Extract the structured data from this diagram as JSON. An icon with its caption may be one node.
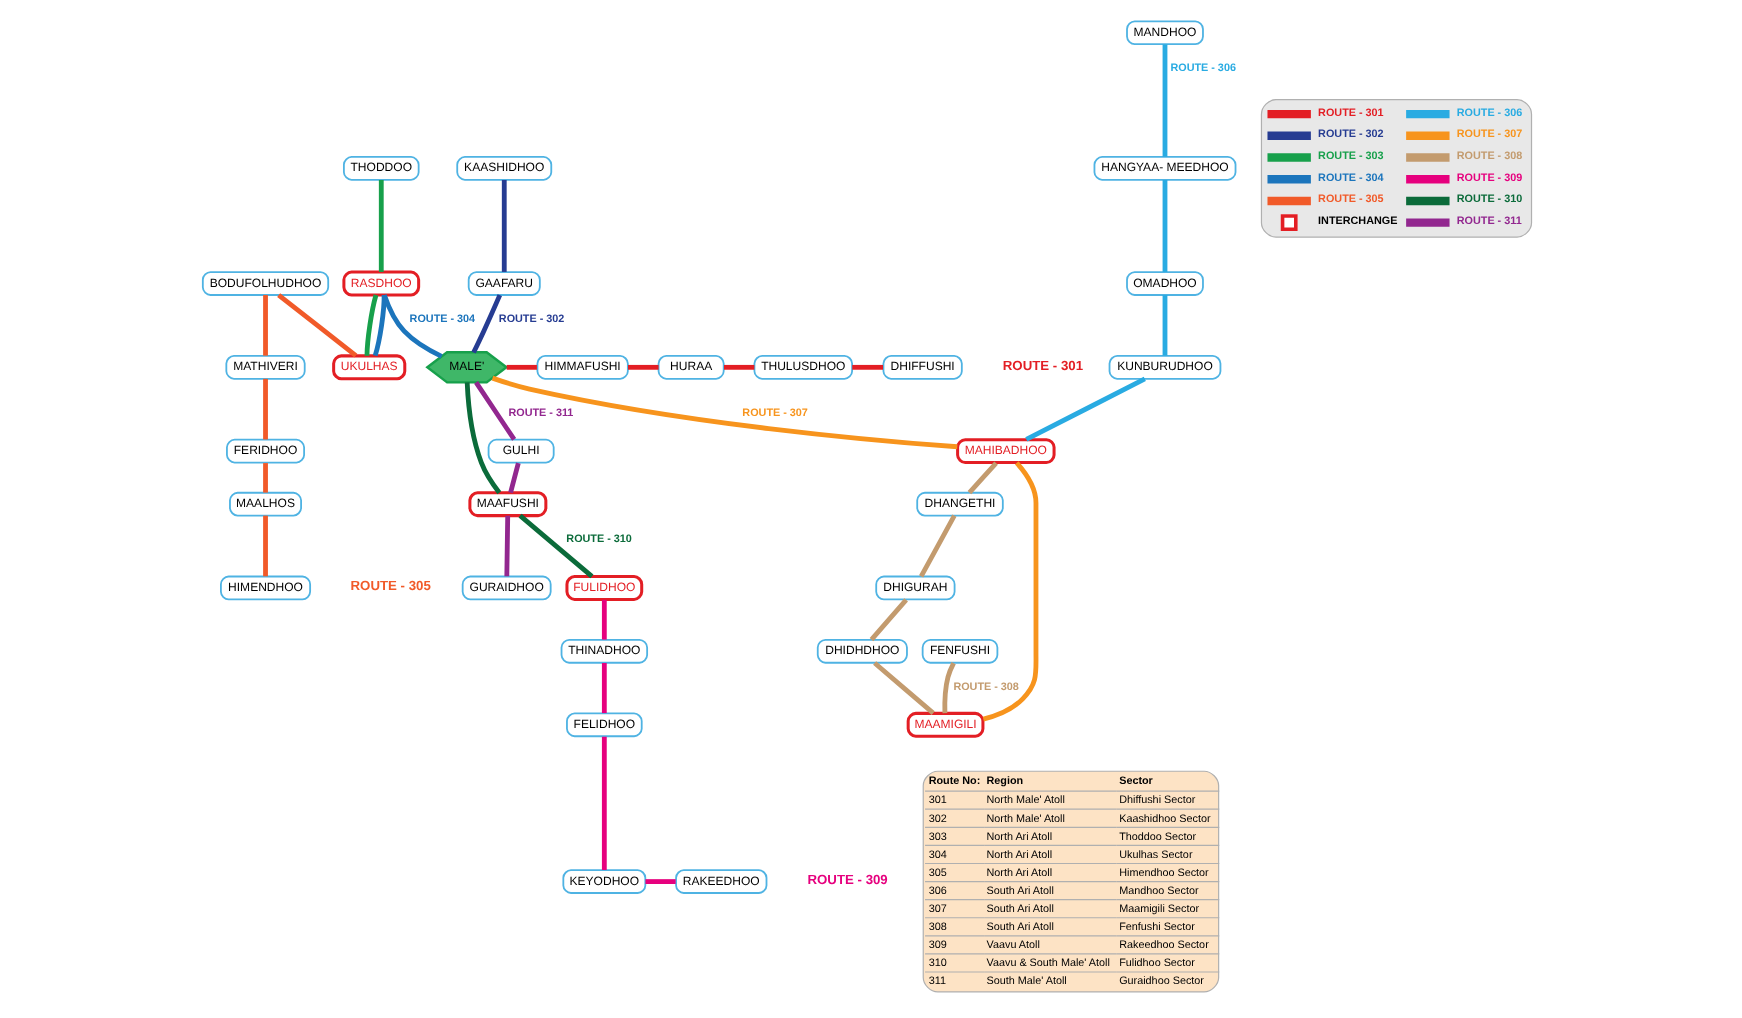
{
  "diagram": {
    "nodes": [
      {
        "text": [
          "BODUFOLHUDHOO"
        ]
      },
      {
        "text": [
          "MATHIVERI"
        ]
      },
      {
        "text": [
          "FERIDHOO"
        ]
      },
      {
        "text": [
          "MAALHOS"
        ]
      },
      {
        "text": [
          "HIMENDHOO"
        ]
      },
      {
        "text": [
          "RASDHOO"
        ]
      },
      {
        "text": [
          "THODDOO"
        ]
      },
      {
        "text": [
          "UKULHAS"
        ]
      },
      {
        "text": [
          "KAASHIDHOO"
        ]
      },
      {
        "text": [
          "GAAFARU"
        ]
      },
      {
        "text": [
          "MALE'"
        ]
      },
      {
        "text": [
          "HIMMAFUSHI"
        ]
      },
      {
        "text": [
          "HURAA"
        ]
      },
      {
        "text": [
          "THULUSDHOO"
        ]
      },
      {
        "text": [
          "DHIFFUSHI"
        ]
      },
      {
        "text": [
          "GULHI"
        ]
      },
      {
        "text": [
          "MAAFUSHI"
        ]
      },
      {
        "text": [
          "GURAIDHOO"
        ]
      },
      {
        "text": [
          "MANDHOO"
        ]
      },
      {
        "text": [
          "HANGYAA- MEEDHOO"
        ]
      },
      {
        "text": [
          "OMADHOO"
        ]
      },
      {
        "text": [
          "KUNBURUDHOO"
        ]
      },
      {
        "text": [
          "FULIDHOO"
        ]
      },
      {
        "text": [
          "DHANGETHI"
        ]
      },
      {
        "text": [
          "DHIGURAH"
        ]
      },
      {
        "text": [
          "DHIDHDHOO"
        ]
      },
      {
        "text": [
          "FENFUSHI"
        ]
      },
      {
        "text": [
          "MAHIBADHOO"
        ]
      },
      {
        "text": [
          "MAAMIGILI"
        ]
      },
      {
        "text": [
          "THINADHOO"
        ]
      },
      {
        "text": [
          "FELIDHOO"
        ]
      },
      {
        "text": [
          "KEYODHOO"
        ]
      },
      {
        "text": [
          "RAKEEDHOO"
        ]
      }
    ],
    "edges": [
      {
        "from": 10,
        "to": 11,
        "arrow": "none",
        "color": "#e31e24"
      },
      {
        "from": 11,
        "to": 12,
        "arrow": "none",
        "color": "#e31e24"
      },
      {
        "from": 12,
        "to": 13,
        "arrow": "none",
        "color": "#e31e24"
      },
      {
        "from": 13,
        "to": 14,
        "arrow": "none",
        "color": "#e31e24"
      },
      {
        "from": 8,
        "to": 9,
        "arrow": "none",
        "color": "#263c92"
      },
      {
        "from": 9,
        "to": 10,
        "label": "ROUTE - 302",
        "arrow": "none",
        "color": "#263c92"
      },
      {
        "from": 6,
        "to": 5,
        "arrow": "none",
        "color": "#17a04b"
      },
      {
        "from": 5,
        "to": 7,
        "arrow": "none",
        "color": "#17a04b"
      },
      {
        "from": 5,
        "to": 10,
        "label": "ROUTE - 304",
        "arrow": "none",
        "color": "#1c75bc"
      },
      {
        "from": 5,
        "to": 7,
        "arrow": "none",
        "color": "#1c75bc"
      },
      {
        "from": 0,
        "to": 7,
        "arrow": "none",
        "color": "#f15a29"
      },
      {
        "from": 0,
        "to": 1,
        "arrow": "none",
        "color": "#f15a29"
      },
      {
        "from": 1,
        "to": 2,
        "arrow": "none",
        "color": "#f15a29"
      },
      {
        "from": 2,
        "to": 3,
        "arrow": "none",
        "color": "#f15a29"
      },
      {
        "from": 3,
        "to": 4,
        "arrow": "none",
        "color": "#f15a29"
      },
      {
        "from": 18,
        "to": 19,
        "label": "ROUTE - 306",
        "arrow": "none",
        "color": "#29abe2"
      },
      {
        "from": 19,
        "to": 20,
        "arrow": "none",
        "color": "#29abe2"
      },
      {
        "from": 20,
        "to": 21,
        "arrow": "none",
        "color": "#29abe2"
      },
      {
        "from": 21,
        "to": 27,
        "arrow": "none",
        "color": "#29abe2"
      },
      {
        "from": 10,
        "to": 27,
        "label": "ROUTE - 307",
        "arrow": "none",
        "color": "#f7941d"
      },
      {
        "from": 27,
        "to": 28,
        "arrow": "none",
        "color": "#f7941d"
      },
      {
        "from": 27,
        "to": 23,
        "arrow": "none",
        "color": "#c39b6e"
      },
      {
        "from": 23,
        "to": 24,
        "arrow": "none",
        "color": "#c39b6e"
      },
      {
        "from": 24,
        "to": 25,
        "arrow": "none",
        "color": "#c39b6e"
      },
      {
        "from": 25,
        "to": 28,
        "arrow": "none",
        "color": "#c39b6e"
      },
      {
        "from": 26,
        "to": 28,
        "label": "ROUTE - 308",
        "arrow": "none",
        "color": "#c39b6e"
      },
      {
        "from": 22,
        "to": 29,
        "arrow": "none",
        "color": "#e6007e"
      },
      {
        "from": 29,
        "to": 30,
        "arrow": "none",
        "color": "#e6007e"
      },
      {
        "from": 30,
        "to": 31,
        "arrow": "none",
        "color": "#e6007e"
      },
      {
        "from": 31,
        "to": 32,
        "arrow": "none",
        "color": "#e6007e"
      },
      {
        "from": 10,
        "to": 16,
        "arrow": "none",
        "color": "#0b6b3a"
      },
      {
        "from": 16,
        "to": 22,
        "label": "ROUTE - 310",
        "arrow": "none",
        "color": "#0b6b3a"
      },
      {
        "from": 10,
        "to": 15,
        "label": "ROUTE - 311",
        "arrow": "none",
        "color": "#92278f"
      },
      {
        "from": 15,
        "to": 16,
        "arrow": "none",
        "color": "#92278f"
      },
      {
        "from": 16,
        "to": 17,
        "arrow": "none",
        "color": "#92278f"
      }
    ],
    "labels": [
      "ROUTE - 305",
      "ROUTE - 301",
      "ROUTE - 309",
      "Route No:",
      "Region",
      "Sector",
      "301",
      "North Male' Atoll",
      "Dhiffushi Sector",
      "302",
      "North Male' Atoll",
      "Kaashidhoo Sector",
      "303",
      "North Ari Atoll",
      "Thoddoo Sector",
      "304",
      "North Ari Atoll",
      "Ukulhas Sector",
      "305",
      "North Ari Atoll",
      "Himendhoo Sector",
      "306",
      "South Ari Atoll",
      "Mandhoo Sector",
      "307",
      "South Ari Atoll",
      "Maamigili Sector",
      "308",
      "South Ari Atoll",
      "Fenfushi Sector",
      "309",
      "Vaavu Atoll",
      "Rakeedhoo Sector",
      "310",
      "Vaavu & South Male' Atoll",
      "Fulidhoo Sector",
      "311",
      "South Male' Atoll",
      "Guraidhoo Sector"
    ],
    "legend": [
      {
        "text": "ROUTE - 301",
        "color": "#e31e24"
      },
      {
        "text": "ROUTE - 302",
        "color": "#263c92"
      },
      {
        "text": "ROUTE - 303",
        "color": "#17a04b"
      },
      {
        "text": "ROUTE - 304",
        "color": "#1c75bc"
      },
      {
        "text": "ROUTE - 305",
        "color": "#f15a29"
      },
      {
        "text": "INTERCHANGE"
      },
      {
        "text": "ROUTE - 306",
        "color": "#29abe2"
      },
      {
        "text": "ROUTE - 307",
        "color": "#f7941d"
      },
      {
        "text": "ROUTE - 308",
        "color": "#c39b6e"
      },
      {
        "text": "ROUTE - 309",
        "color": "#e6007e"
      },
      {
        "text": "ROUTE - 310",
        "color": "#0b6b3a"
      },
      {
        "text": "ROUTE - 311",
        "color": "#92278f"
      }
    ]
  }
}
